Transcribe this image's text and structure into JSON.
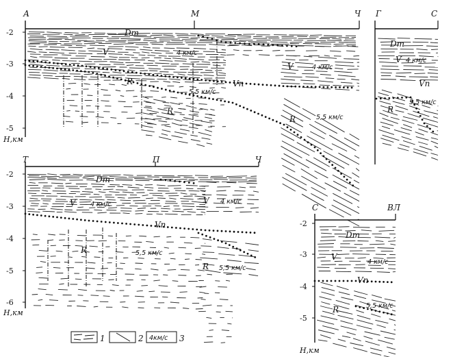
{
  "panels": {
    "p1": {
      "ends": [
        "А",
        "М",
        "Ч"
      ],
      "depths": [
        "-2",
        "-3",
        "-4",
        "-5"
      ],
      "depth_unit": "Н,км",
      "layers": [
        "Dт",
        "V",
        "Vп",
        "R"
      ],
      "velocities": [
        "4 км/с",
        "5,5 км/с",
        "4 км/с",
        "5,5 км/с"
      ]
    },
    "p2": {
      "ends": [
        "Г",
        "С"
      ],
      "layers": [
        "Dт",
        "V",
        "Vп",
        "R"
      ],
      "velocities": [
        "4 км/с",
        "5,5 км/с"
      ]
    },
    "p3": {
      "ends": [
        "Т",
        "П",
        "Ч"
      ],
      "depths": [
        "-2",
        "-3",
        "-4",
        "-5",
        "-6"
      ],
      "depth_unit": "Н,км",
      "layers": [
        "Dт",
        "V",
        "Vп",
        "R",
        "V",
        "R"
      ],
      "velocities": [
        "4 км/с",
        "5,5 км/с",
        "4 км/с",
        "5,5 км/с"
      ]
    },
    "p4": {
      "ends": [
        "С",
        "ВЛ"
      ],
      "depths": [
        "-2",
        "-3",
        "-4",
        "-5"
      ],
      "depth_unit": "Н,км",
      "layers": [
        "Dт",
        "V",
        "Vп",
        "R"
      ],
      "velocities": [
        "4 км/с",
        "5,5 км/с"
      ]
    }
  },
  "legend": {
    "n1": "1",
    "n2": "2",
    "box": "4км/с",
    "n3": "3"
  }
}
